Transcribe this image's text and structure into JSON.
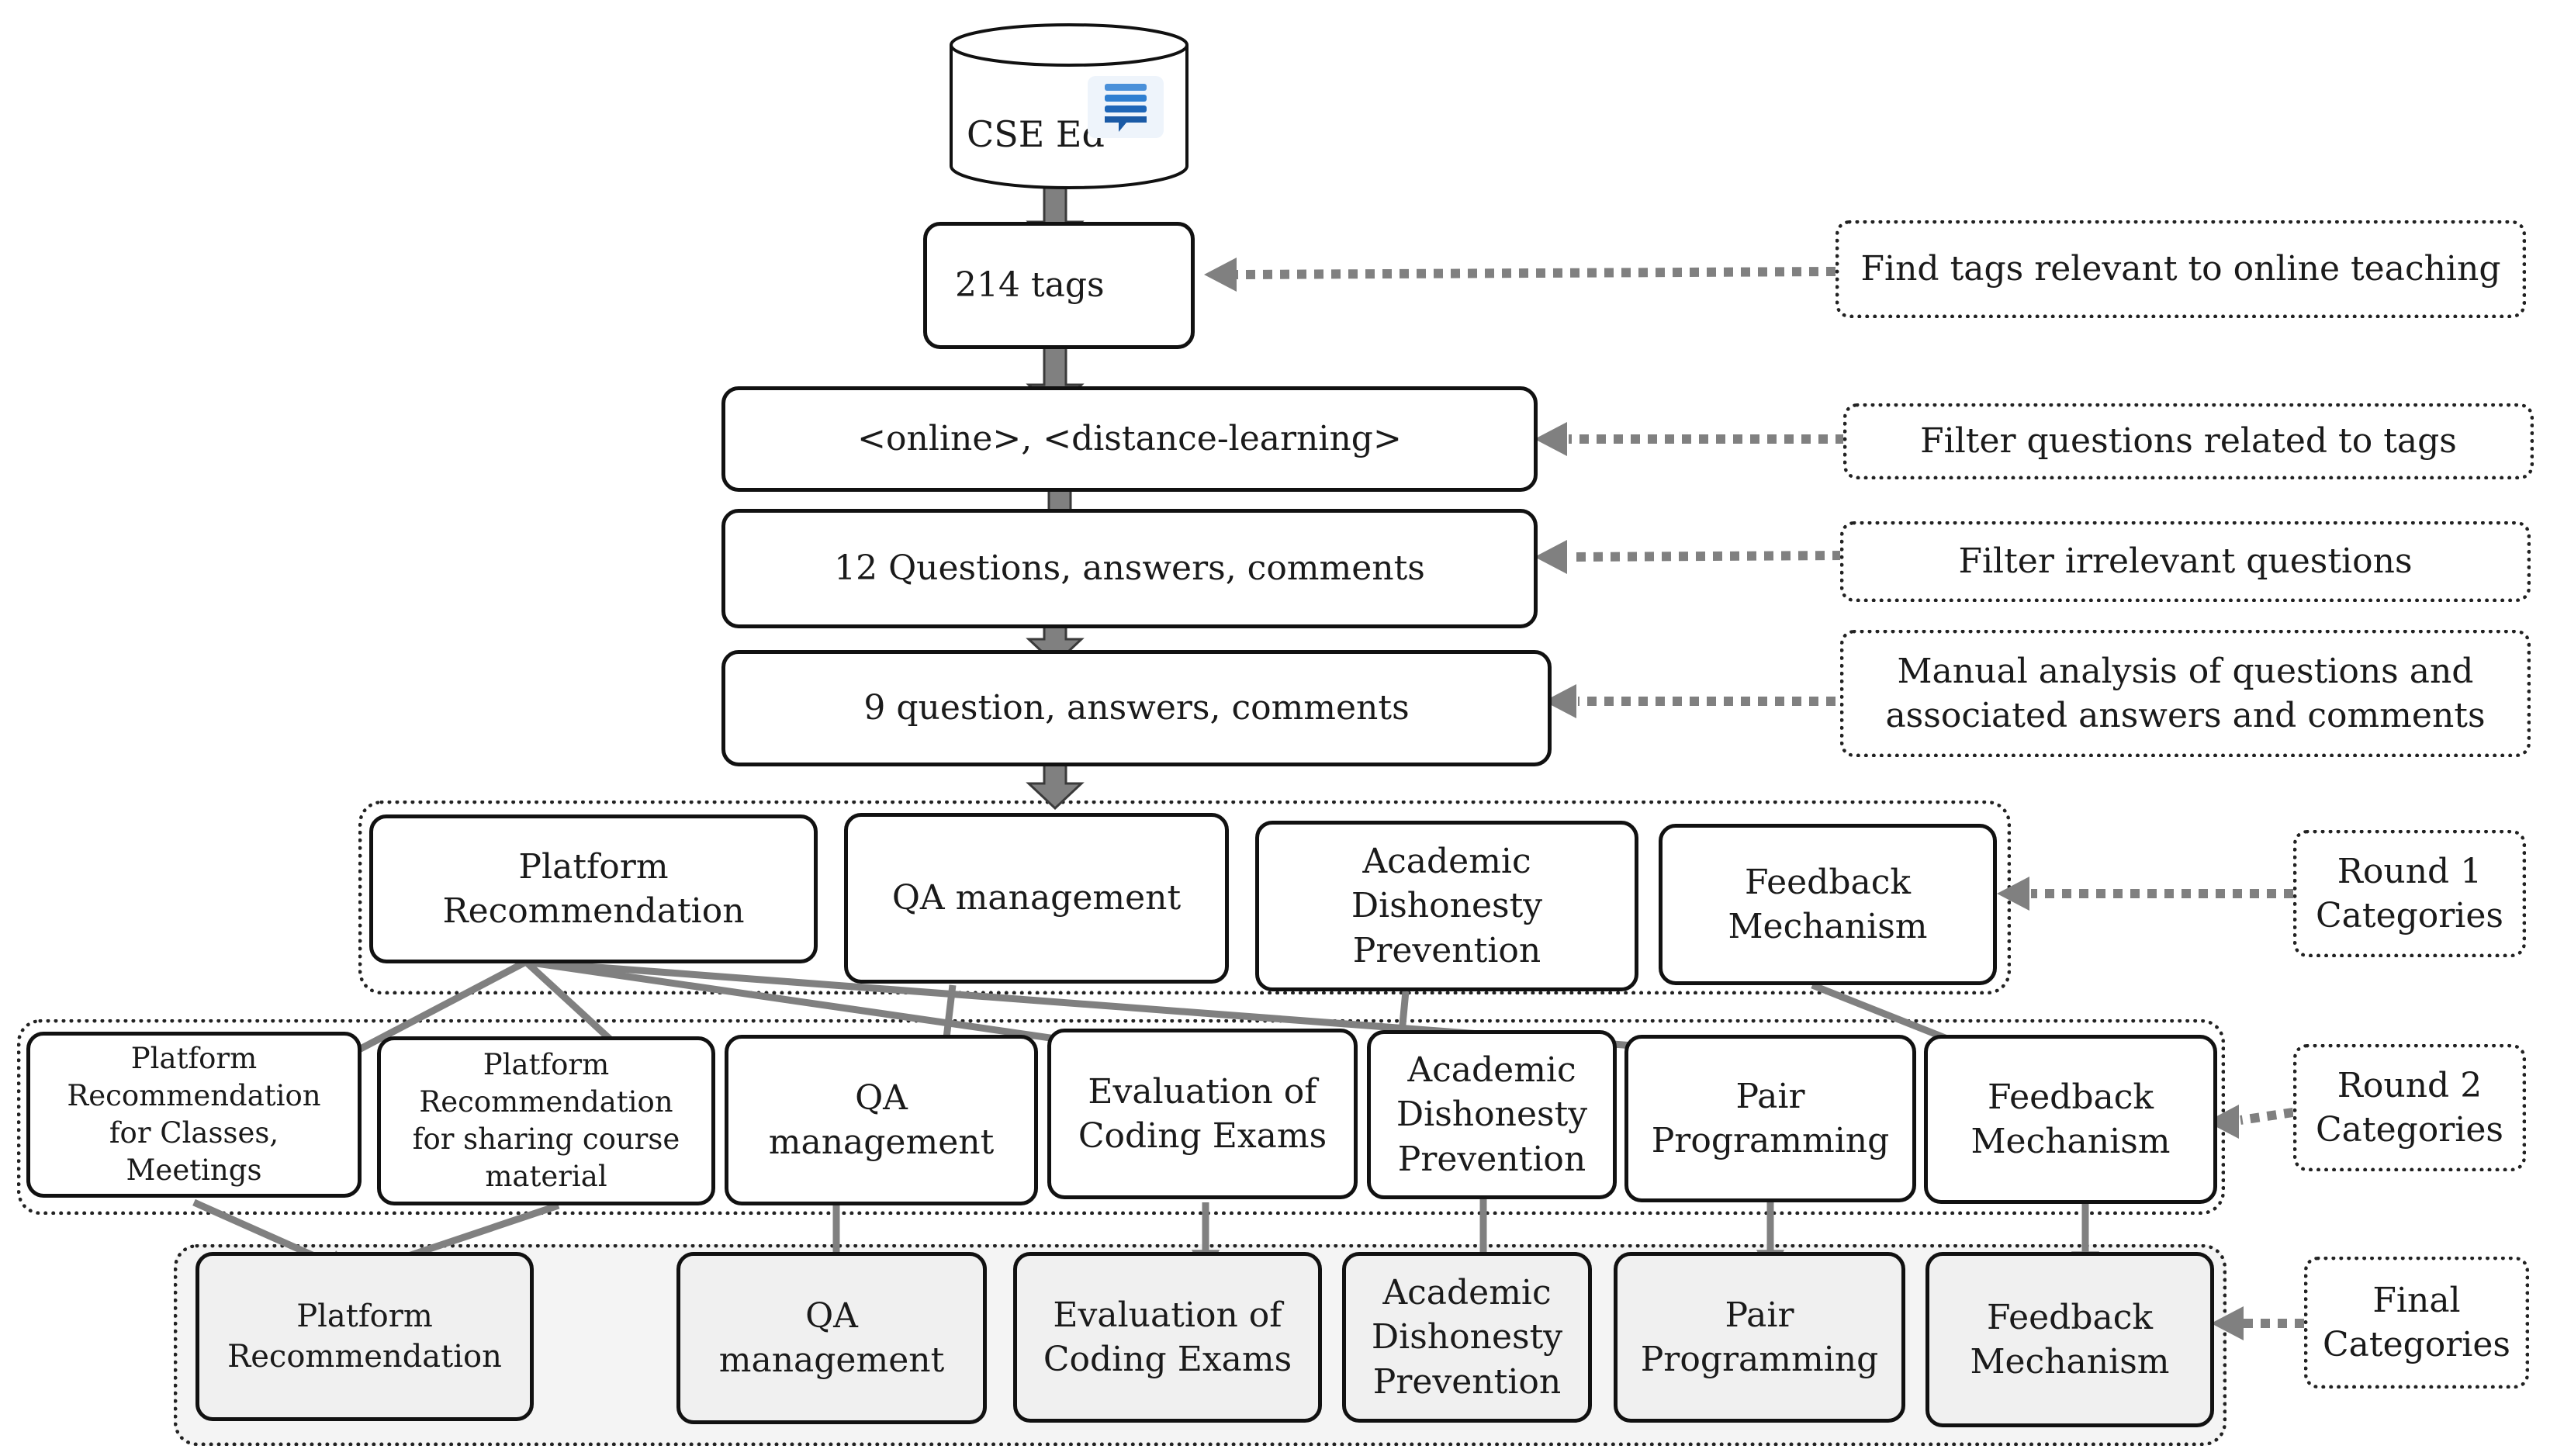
{
  "source": {
    "label": "CSE Ed",
    "icon": "forum-chat-icon",
    "tags": "214 tags",
    "tag_filter": "<online>, <distance-learning>",
    "questions_12": "12 Questions, answers, comments",
    "questions_9": "9 question, answers, comments"
  },
  "notes": {
    "find_tags": "Find tags relevant to online teaching",
    "filter_questions": "Filter questions related to tags",
    "filter_irrelevant": "Filter irrelevant questions",
    "manual_analysis": "Manual analysis of questions and\nassociated answers and comments",
    "round1": "Round 1\nCategories",
    "round2": "Round 2\nCategories",
    "final": "Final\nCategories"
  },
  "round1": [
    "Platform\nRecommendation",
    "QA management",
    "Academic\nDishonesty\nPrevention",
    "Feedback\nMechanism"
  ],
  "round2": [
    "Platform\nRecommendation\nfor Classes,\nMeetings",
    "Platform\nRecommendation\nfor sharing course\nmaterial",
    "QA\nmanagement",
    "Evaluation of\nCoding Exams",
    "Academic\nDishonesty\nPrevention",
    "Pair\nProgramming",
    "Feedback\nMechanism"
  ],
  "final_categories": [
    "Platform\nRecommendation",
    "QA\nmanagement",
    "Evaluation of\nCoding Exams",
    "Academic\nDishonesty\nPrevention",
    "Pair\nProgramming",
    "Feedback\nMechanism"
  ],
  "colors": {
    "arrow": "#808080",
    "arrow_outline": "#3a3a3a",
    "box_border": "#111111",
    "final_fill": "#f0f0f0",
    "icon_blue": "#2f7fd1"
  }
}
